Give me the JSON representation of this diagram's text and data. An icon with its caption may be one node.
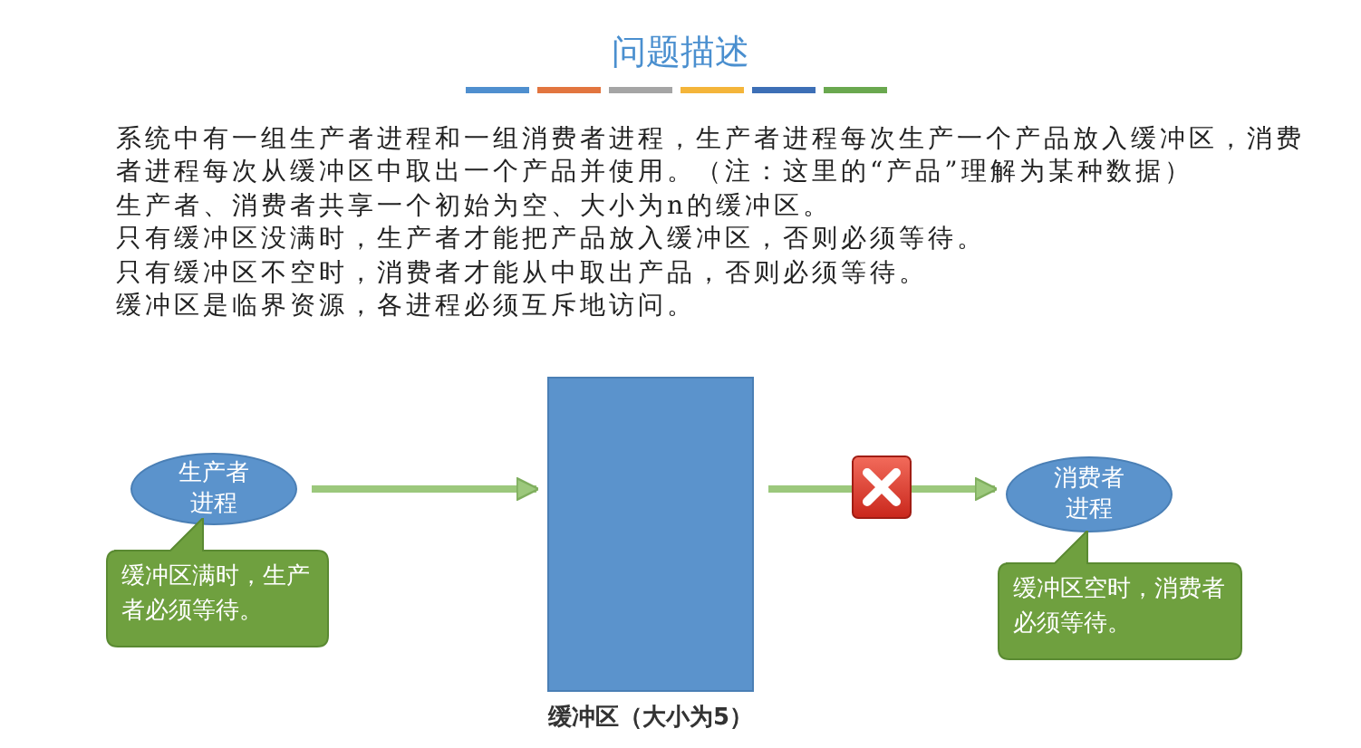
{
  "diagram": {
    "title": "问题描述",
    "nodes": [
      {
        "text": [
          "生产者进程"
        ]
      },
      {
        "text": [],
        "shape": "box",
        "beside": [
          "缓冲区（大小为5）"
        ]
      },
      {
        "text": [
          "消费者进程"
        ]
      },
      {
        "text": [
          "缓冲区满时，生产者必须等待。"
        ]
      },
      {
        "text": [
          "缓冲区空时，消费者必须等待。"
        ]
      }
    ],
    "edges": [
      {
        "from": 0,
        "to": 1,
        "arrow": "to"
      },
      {
        "from": 1,
        "to": 2,
        "arrow": "to"
      }
    ],
    "labels": [
      "系统中有一组生产者进程和一组消费者进程，生产者进程每次生产一个产品放入缓冲区，消费者进程每次从缓冲区中取出一个产品并使用。（注：这里的“产品”理解为某种数据）",
      "生产者、消费者共享一个初始为空、大小为n的缓冲区。",
      "只有缓冲区没满时，生产者才能把产品放入缓冲区，否则必须等待。",
      "只有缓冲区不空时，消费者才能从中取出产品，否则必须等待。",
      "缓冲区是临界资源，各进程必须互斥地访问。"
    ]
  }
}
